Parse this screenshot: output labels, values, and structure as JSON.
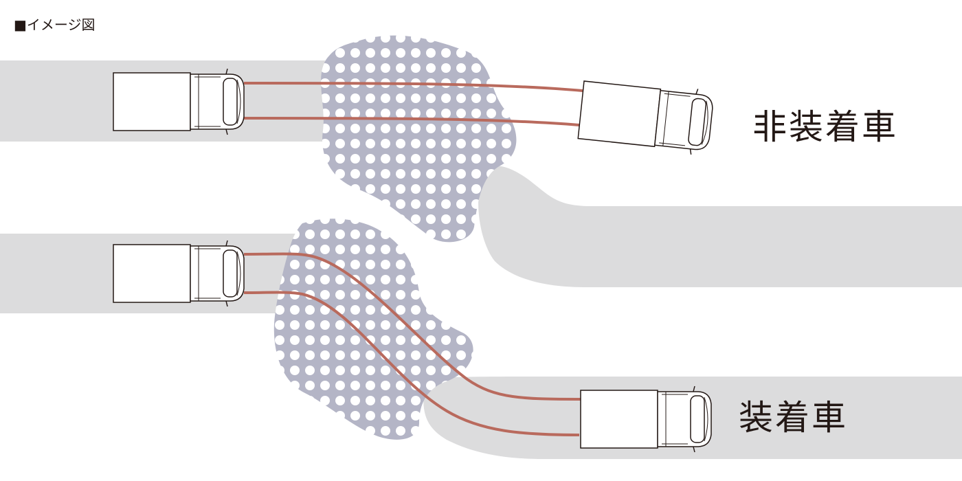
{
  "note": "■イメージ図",
  "labels": {
    "without_device": "非装着車",
    "with_device": "装着車"
  },
  "colors": {
    "road": "#dcdcdd",
    "slippery_surface": "#b4b5c6",
    "surface_dots": "#ffffff",
    "tire_tracks": "#b96a5d",
    "truck_outline": "#231815",
    "text": "#231815"
  }
}
